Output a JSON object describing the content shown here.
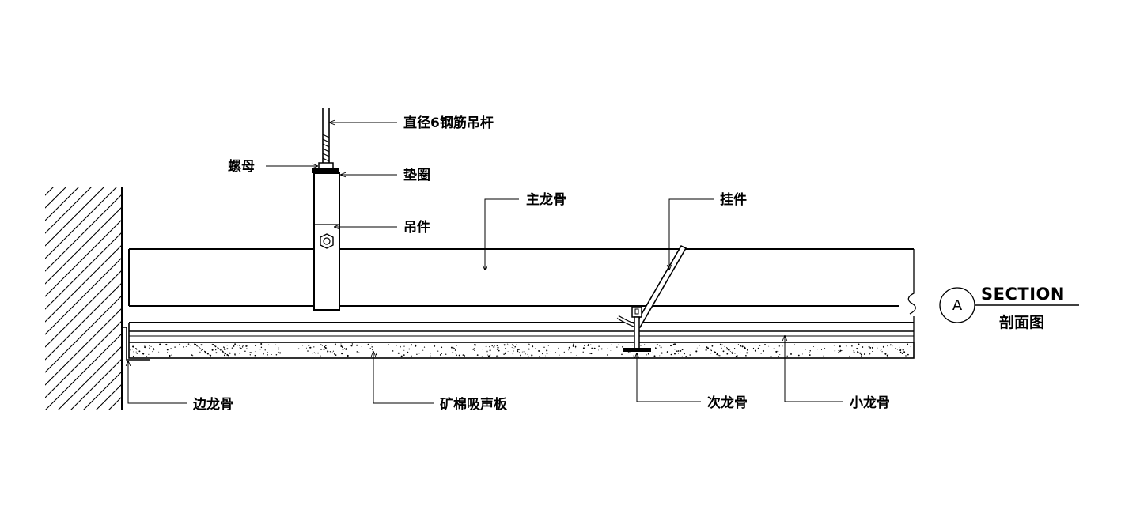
{
  "labels": {
    "rod": "直径6钢筋吊杆",
    "nut": "螺母",
    "washer": "垫圈",
    "hanger": "吊件",
    "main_keel": "主龙骨",
    "clip": "挂件",
    "edge_keel": "边龙骨",
    "mineral_board": "矿棉吸声板",
    "secondary_keel": "次龙骨",
    "small_keel": "小龙骨"
  },
  "section": {
    "letter": "A",
    "title": "SECTION",
    "subtitle": "剖面图"
  },
  "colors": {
    "line": "#000000",
    "background": "#ffffff"
  }
}
